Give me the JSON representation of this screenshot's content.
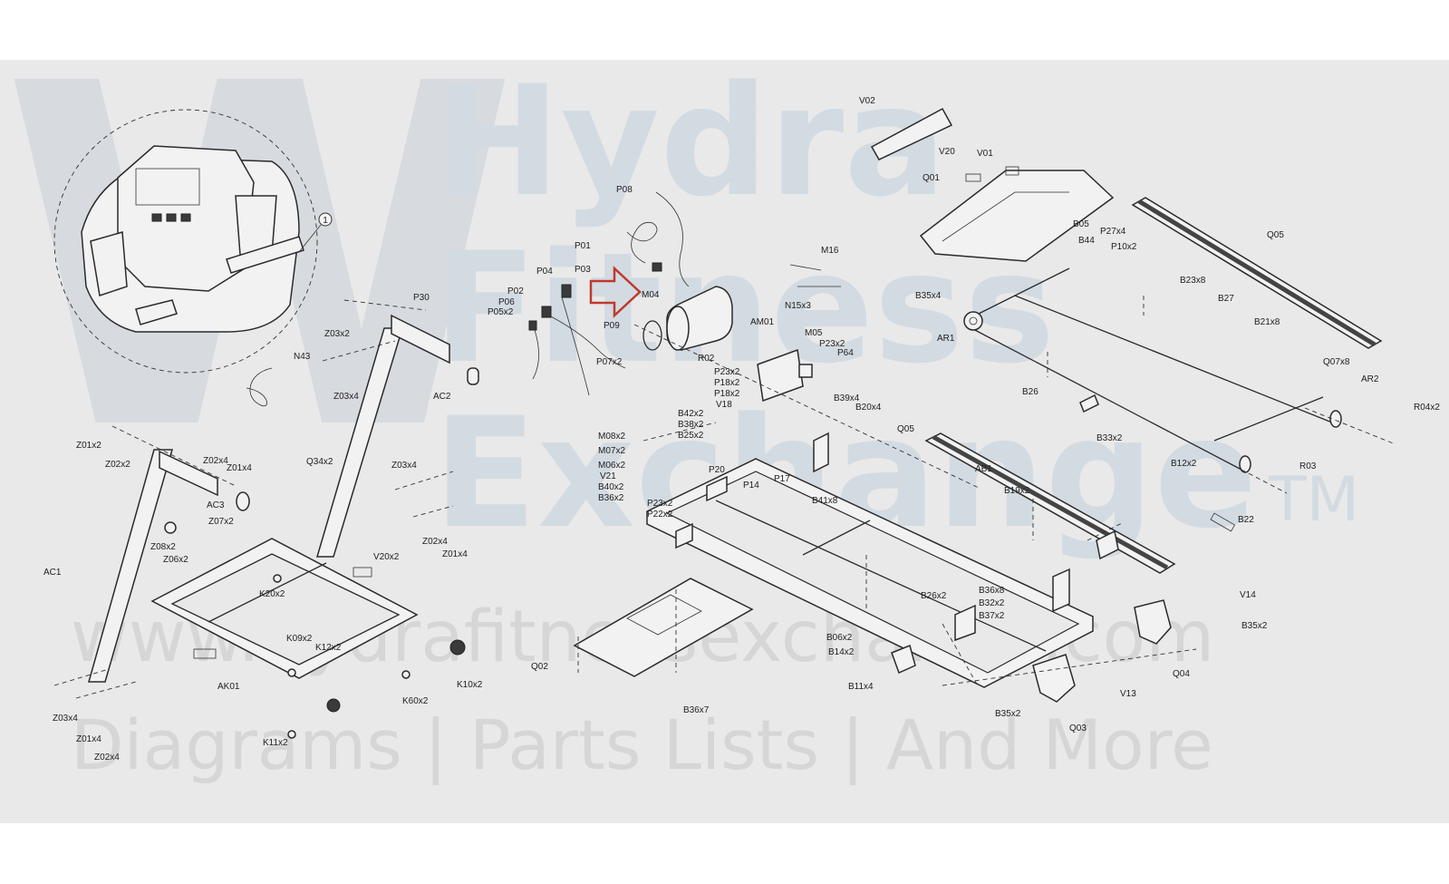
{
  "watermark": {
    "logo_mark": "W",
    "word_1": "Hydra",
    "word_2": "Fitness",
    "word_3": "Exchange",
    "trademark": "TM",
    "url": "www.hydrafitnessexchange.com",
    "tagline": "Diagrams | Parts Lists | And More"
  },
  "highlight": {
    "arrow_color": "#c0392b",
    "points_to": "M04"
  },
  "callout": {
    "number": "1"
  },
  "labels": {
    "P08": "P08",
    "P01": "P01",
    "P03": "P03",
    "P04": "P04",
    "P02": "P02",
    "P06": "P06",
    "P05x2": "P05x2",
    "P09": "P09",
    "P07x2": "P07x2",
    "M04": "M04",
    "R02": "R02",
    "AM01": "AM01",
    "M16": "M16",
    "N15x3": "N15x3",
    "M05": "M05",
    "P23x2_a": "P23x2",
    "P64": "P64",
    "P23x2_b": "P23x2",
    "P18x2": "P18x2",
    "P18x2_b": "P18x2",
    "V18": "V18",
    "B42x2": "B42x2",
    "B38x2": "B38x2",
    "B25x2": "B25x2",
    "M08x2": "M08x2",
    "M07x2": "M07x2",
    "M06x2": "M06x2",
    "V21": "V21",
    "B40x2": "B40x2",
    "B36x2": "B36x2",
    "P23x2_c": "P23x2",
    "P22x2": "P22x2",
    "P20": "P20",
    "P14": "P14",
    "P17": "P17",
    "B39x4": "B39x4",
    "B20x4": "B20x4",
    "B41x8": "B41x8",
    "Q05_left": "Q05",
    "AB1": "AB1",
    "B19x2": "B19x2",
    "V02": "V02",
    "V20": "V20",
    "V01": "V01",
    "Q01": "Q01",
    "B05": "B05",
    "B44": "B44",
    "P27x4": "P27x4",
    "P10x2": "P10x2",
    "B35x4": "B35x4",
    "Q05_right": "Q05",
    "B23x8": "B23x8",
    "B27": "B27",
    "B21x8": "B21x8",
    "AR1": "AR1",
    "Q07x8": "Q07x8",
    "B26": "B26",
    "B33x2": "B33x2",
    "AR2": "AR2",
    "R04x2": "R04x2",
    "R03": "R03",
    "B12x2": "B12x2",
    "B22": "B22",
    "P30": "P30",
    "Z03x2_top": "Z03x2",
    "N43": "N43",
    "Z03x4_top": "Z03x4",
    "AC2": "AC2",
    "Z01x2": "Z01x2",
    "Z02x2": "Z02x2",
    "Z02x4_a": "Z02x4",
    "Z01x4_a": "Z01x4",
    "Q34x2": "Q34x2",
    "Z03x4_mid": "Z03x4",
    "AC3": "AC3",
    "Z07x2": "Z07x2",
    "Z08x2": "Z08x2",
    "Z06x2": "Z06x2",
    "Z02x4_b": "Z02x4",
    "Z01x4_b": "Z01x4",
    "AC1": "AC1",
    "V20x2": "V20x2",
    "K20x2": "K20x2",
    "K09x2": "K09x2",
    "K12x2": "K12x2",
    "AK01": "AK01",
    "Z03x4_bottom": "Z03x4",
    "Z01x4_bottom": "Z01x4",
    "Z02x4_bottom": "Z02x4",
    "K11x2": "K11x2",
    "K60x2": "K60x2",
    "K10x2": "K10x2",
    "Q02": "Q02",
    "B36x7": "B36x7",
    "B26x2": "B26x2",
    "B36x8": "B36x8",
    "B32x2": "B32x2",
    "B37x2": "B37x2",
    "B06x2": "B06x2",
    "B14x2": "B14x2",
    "B11x4": "B11x4",
    "B35x2_bottom": "B35x2",
    "Q03": "Q03",
    "V13": "V13",
    "Q04": "Q04",
    "B35x2_right": "B35x2",
    "V14": "V14"
  }
}
